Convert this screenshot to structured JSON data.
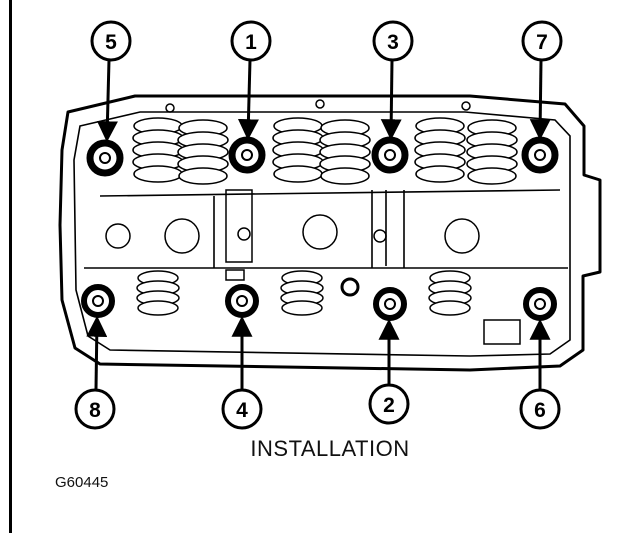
{
  "diagram": {
    "caption": "INSTALLATION",
    "figure_id": "G60445",
    "bolt_callouts": [
      {
        "label": "5"
      },
      {
        "label": "1"
      },
      {
        "label": "3"
      },
      {
        "label": "7"
      },
      {
        "label": "8"
      },
      {
        "label": "4"
      },
      {
        "label": "2"
      },
      {
        "label": "6"
      }
    ]
  }
}
